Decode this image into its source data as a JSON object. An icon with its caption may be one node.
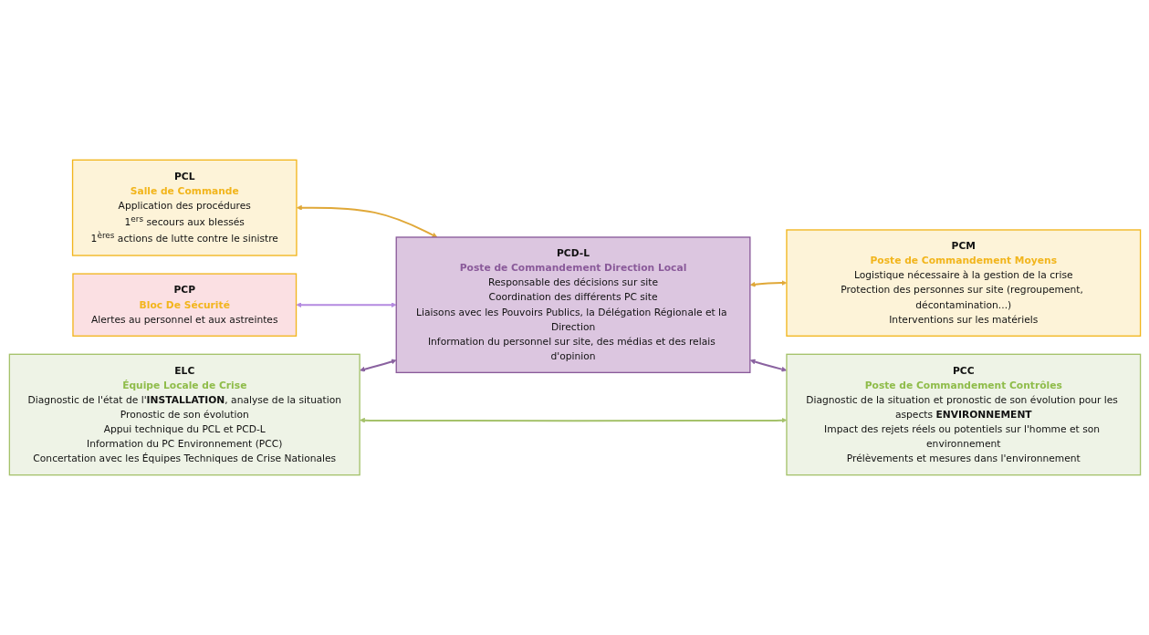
{
  "diagram": {
    "nodes": [
      {
        "text": [
          "PCL",
          "Salle de Commande",
          "Application des procédures",
          "1$^{ers}$ secours aux blessés",
          "1$^{ères}$ actions de lutte contre le sinistre"
        ]
      },
      {
        "text": [
          "ELC",
          "Équipe Locale de Crise",
          "Diagnostic de l'état de l'**INSTALLATION**, analyse de la situation",
          "Pronostic de son évolution",
          "Appui technique du PCL et PCD-L",
          "Information du PC Environnement (PCC)",
          "Concertation avec les Équipes Techniques de Crise Nationales"
        ]
      },
      {
        "text": [
          "PCP",
          "Bloc De Sécurité",
          "Alertes au personnel et aux astreintes"
        ]
      },
      {
        "text": [
          "PCD-L",
          "Poste de Commandement Direction Local",
          "Responsable des décisions sur site",
          "Coordination des différents PC site",
          "Liaisons avec les Pouvoirs Publics, la Délégation Régionale et la Direction",
          "Information du personnel sur site, des médias et des relais d'opinion"
        ]
      },
      {
        "text": [
          "PCM",
          "Poste de Commandement Moyens",
          "Logistique nécessaire à la gestion de la crise",
          "Protection des personnes sur site (regroupement, décontamination...)",
          "Interventions sur les matériels"
        ]
      },
      {
        "text": [
          "PCC",
          "Poste de Commandement Contrôles",
          "Diagnostic de la situation et pronostic de son évolution pour les aspects **ENVIRONNEMENT**",
          "Impact des rejets réels ou potentiels sur l'homme et son environnement",
          "Prélèvements et mesures dans l'environnement"
        ]
      }
    ],
    "edges": [
      {
        "from": 0,
        "to": 3,
        "arrow": "both",
        "color": "#e0a838"
      },
      {
        "from": 2,
        "to": 3,
        "arrow": "both",
        "color": "#b48ae0"
      },
      {
        "from": 3,
        "to": 4,
        "arrow": "both",
        "color": "#e0a838"
      },
      {
        "from": 1,
        "to": 3,
        "arrow": "both",
        "color": "#8a62a0"
      },
      {
        "from": 3,
        "to": 5,
        "arrow": "both",
        "color": "#8a62a0"
      },
      {
        "from": 1,
        "to": 5,
        "arrow": "both",
        "color": "#a5c26b"
      }
    ]
  }
}
